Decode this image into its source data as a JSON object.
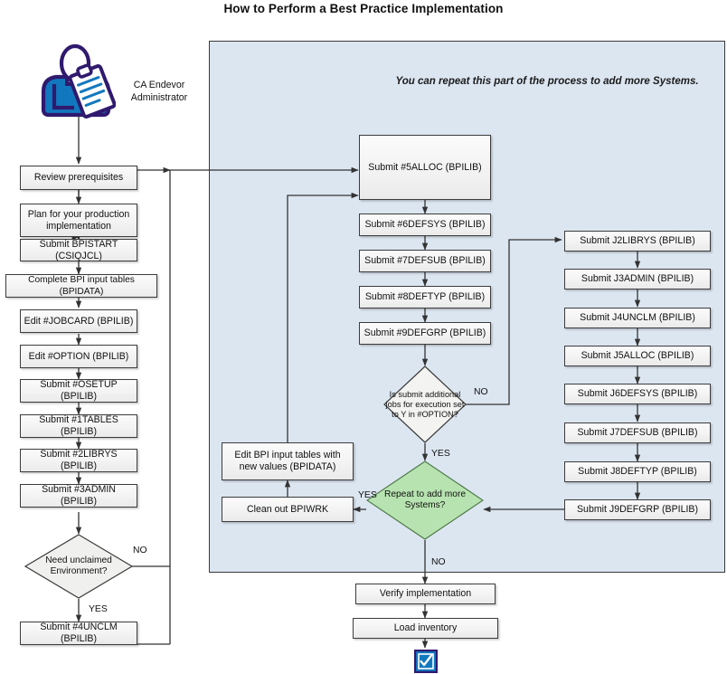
{
  "title": "How to Perform a Best Practice Implementation",
  "actor": {
    "icon": "administrator-person-clipboard-icon",
    "label": "CA Endevor Administrator"
  },
  "panel": {
    "note": "You can repeat this part of the process to add more Systems.",
    "fill": "#dce6f1"
  },
  "colors": {
    "panel_fill": "#dce6f1",
    "node_fill": "#f3f3f3",
    "decision_fill": "#f0f0ee",
    "repeat_decision_fill": "#b7e3b0",
    "stroke": "#3c3c3c",
    "icon_blue": "#1278be",
    "icon_outline": "#2f1a6e"
  },
  "left_column": [
    {
      "id": "review-prerequisites",
      "label": "Review prerequisites"
    },
    {
      "id": "plan-production-implementation",
      "label": "Plan for your production implementation"
    },
    {
      "id": "submit-bpistart",
      "label": "Submit BPISTART (CSIQJCL)"
    },
    {
      "id": "complete-bpi-input-tables",
      "label": "Complete BPI input tables (BPIDATA)"
    },
    {
      "id": "edit-jobcard",
      "label": "Edit #JOBCARD (BPILIB)"
    },
    {
      "id": "edit-option",
      "label": "Edit #OPTION (BPILIB)"
    },
    {
      "id": "submit-osetup",
      "label": "Submit #OSETUP (BPILIB)"
    },
    {
      "id": "submit-1tables",
      "label": "Submit #1TABLES (BPILIB)"
    },
    {
      "id": "submit-2librys",
      "label": "Submit #2LIBRYS (BPILIB)"
    },
    {
      "id": "submit-3admin",
      "label": "Submit #3ADMIN (BPILIB)"
    }
  ],
  "left_decision": {
    "id": "need-unclaimed-environment",
    "label": "Need unclaimed Environment?",
    "yes_label": "YES",
    "no_label": "NO"
  },
  "left_after_decision": {
    "id": "submit-4unclm",
    "label": "Submit #4UNCLM (BPILIB)"
  },
  "middle_column": [
    {
      "id": "submit-5alloc",
      "label": "Submit #5ALLOC (BPILIB)"
    },
    {
      "id": "submit-6defsys",
      "label": "Submit #6DEFSYS (BPILIB)"
    },
    {
      "id": "submit-7defsub",
      "label": "Submit #7DEFSUB (BPILIB)"
    },
    {
      "id": "submit-8deftyp",
      "label": "Submit #8DEFTYP (BPILIB)"
    },
    {
      "id": "submit-9defgrp",
      "label": "Submit #9DEFGRP (BPILIB)"
    }
  ],
  "middle_decision": {
    "id": "submit-additional-jobs",
    "label": "Is submit additional jobs for execution set to Y in #OPTION?",
    "yes_label": "YES",
    "no_label": "NO"
  },
  "repeat_decision": {
    "id": "repeat-add-more-systems",
    "label": "Repeat to add more Systems?",
    "yes_label": "YES",
    "no_label": "NO"
  },
  "loop_boxes": [
    {
      "id": "edit-bpi-input-tables-new-values",
      "label": "Edit BPI input tables with new values (BPIDATA)"
    },
    {
      "id": "clean-out-bpiwrk",
      "label": "Clean out BPIWRK"
    }
  ],
  "right_column": [
    {
      "id": "submit-j2librys",
      "label": "Submit J2LIBRYS (BPILIB)"
    },
    {
      "id": "submit-j3admin",
      "label": "Submit J3ADMIN (BPILIB)"
    },
    {
      "id": "submit-j4unclm",
      "label": "Submit J4UNCLM (BPILIB)"
    },
    {
      "id": "submit-j5alloc",
      "label": "Submit J5ALLOC (BPILIB)"
    },
    {
      "id": "submit-j6defsys",
      "label": "Submit J6DEFSYS (BPILIB)"
    },
    {
      "id": "submit-j7defsub",
      "label": "Submit J7DEFSUB (BPILIB)"
    },
    {
      "id": "submit-j8deftyp",
      "label": "Submit J8DEFTYP (BPILIB)"
    },
    {
      "id": "submit-j9defgrp",
      "label": "Submit J9DEFGRP (BPILIB)"
    }
  ],
  "bottom_column": [
    {
      "id": "verify-implementation",
      "label": "Verify implementation"
    },
    {
      "id": "load-inventory",
      "label": "Load inventory"
    }
  ],
  "end_icon": "checked-checkbox-icon"
}
